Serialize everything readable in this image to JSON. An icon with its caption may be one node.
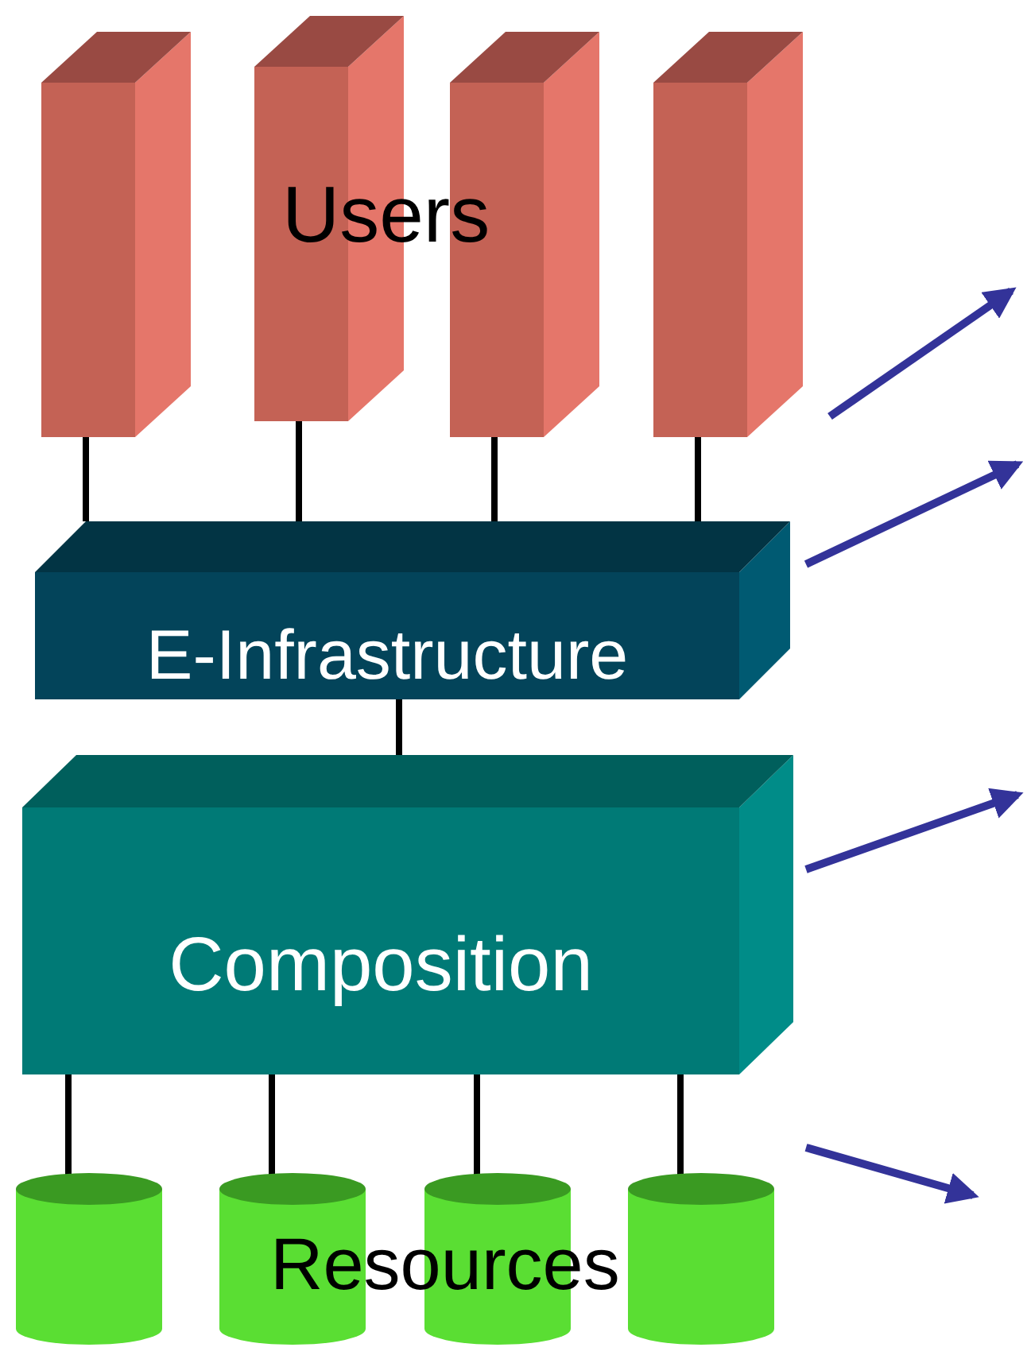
{
  "diagram": {
    "nodes": [
      {
        "text": [],
        "shape": "box"
      },
      {
        "text": [],
        "shape": "box"
      },
      {
        "text": [],
        "shape": "box"
      },
      {
        "text": [],
        "shape": "box"
      },
      {
        "text": [
          "E-Infrastructure"
        ]
      },
      {
        "text": [
          "Composition"
        ]
      },
      {
        "text": [],
        "shape": "cylinder"
      },
      {
        "text": [],
        "shape": "cylinder"
      },
      {
        "text": [],
        "shape": "cylinder"
      },
      {
        "text": [],
        "shape": "cylinder"
      }
    ],
    "edges": [
      {
        "from": 0,
        "to": 4,
        "arrow": "none"
      },
      {
        "from": 1,
        "to": 4,
        "arrow": "none"
      },
      {
        "from": 2,
        "to": 4,
        "arrow": "none"
      },
      {
        "from": 3,
        "to": 4,
        "arrow": "none"
      },
      {
        "from": 4,
        "to": 5,
        "arrow": "none"
      },
      {
        "from": 5,
        "to": 6,
        "arrow": "none"
      },
      {
        "from": 5,
        "to": 7,
        "arrow": "none"
      },
      {
        "from": 5,
        "to": 8,
        "arrow": "none"
      },
      {
        "from": 5,
        "to": 9,
        "arrow": "none"
      },
      {
        "from": 3,
        "to": null,
        "arrow": "to",
        "color": "#333399"
      },
      {
        "from": 4,
        "to": null,
        "arrow": "to",
        "color": "#333399"
      },
      {
        "from": 5,
        "to": null,
        "arrow": "to",
        "color": "#333399"
      },
      {
        "from": 9,
        "to": null,
        "arrow": "to",
        "color": "#333399"
      }
    ],
    "labels": [
      "Users",
      "Resources"
    ]
  }
}
